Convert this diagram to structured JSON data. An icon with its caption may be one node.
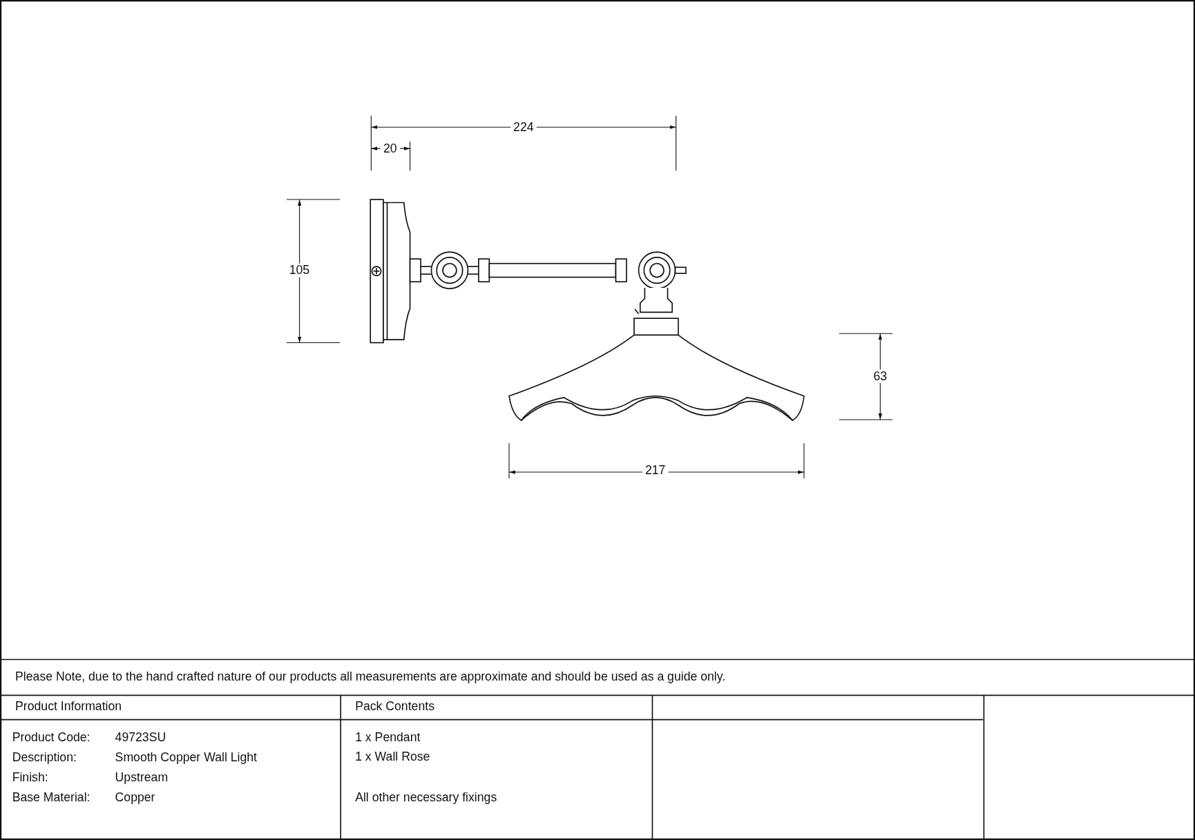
{
  "diagram": {
    "labels": [
      "224",
      "20",
      "105",
      "63",
      "217",
      "Please Note, due to the hand crafted nature of our products all measurements are approximate and should be used as a guide only.",
      "Product Information",
      "Pack Contents",
      "Product Code:",
      "49723SU",
      "1 x Pendant",
      "Description:",
      "Smooth Copper Wall Light",
      "1 x Wall Rose",
      "Finish:",
      "Upstream",
      "Base Material:",
      "Copper",
      "All other necessary fixings"
    ]
  }
}
